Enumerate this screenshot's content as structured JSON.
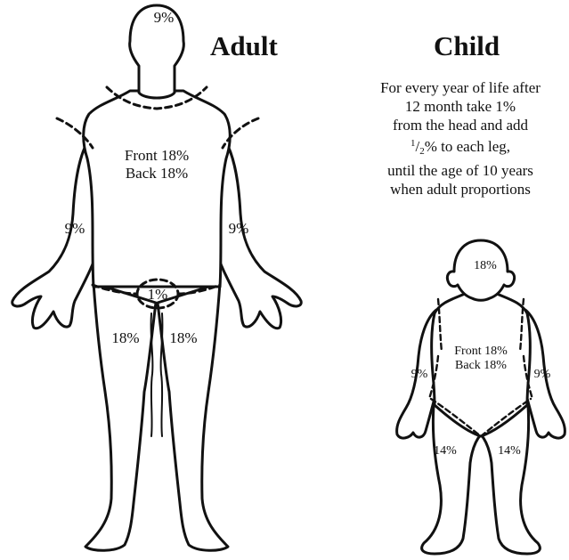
{
  "adult": {
    "heading": "Adult",
    "labels": {
      "head": "9%",
      "trunk_front": "Front 18%",
      "trunk_back": "Back 18%",
      "arm_left": "9%",
      "arm_right": "9%",
      "perineum": "1%",
      "leg_left": "18%",
      "leg_right": "18%"
    }
  },
  "child": {
    "heading": "Child",
    "note": {
      "line1": "For every year of life after",
      "line2": "12 month take 1%",
      "line3": "from the head  and add",
      "line4_num": "1",
      "line4_den": "2",
      "line4_rest": "% to each leg,",
      "line5": "until the age of 10 years",
      "line6": "when adult proportions"
    },
    "labels": {
      "head": "18%",
      "trunk_front": "Front 18%",
      "trunk_back": "Back 18%",
      "arm_left": "9%",
      "arm_right": "9%",
      "leg_left": "14%",
      "leg_right": "14%"
    }
  }
}
